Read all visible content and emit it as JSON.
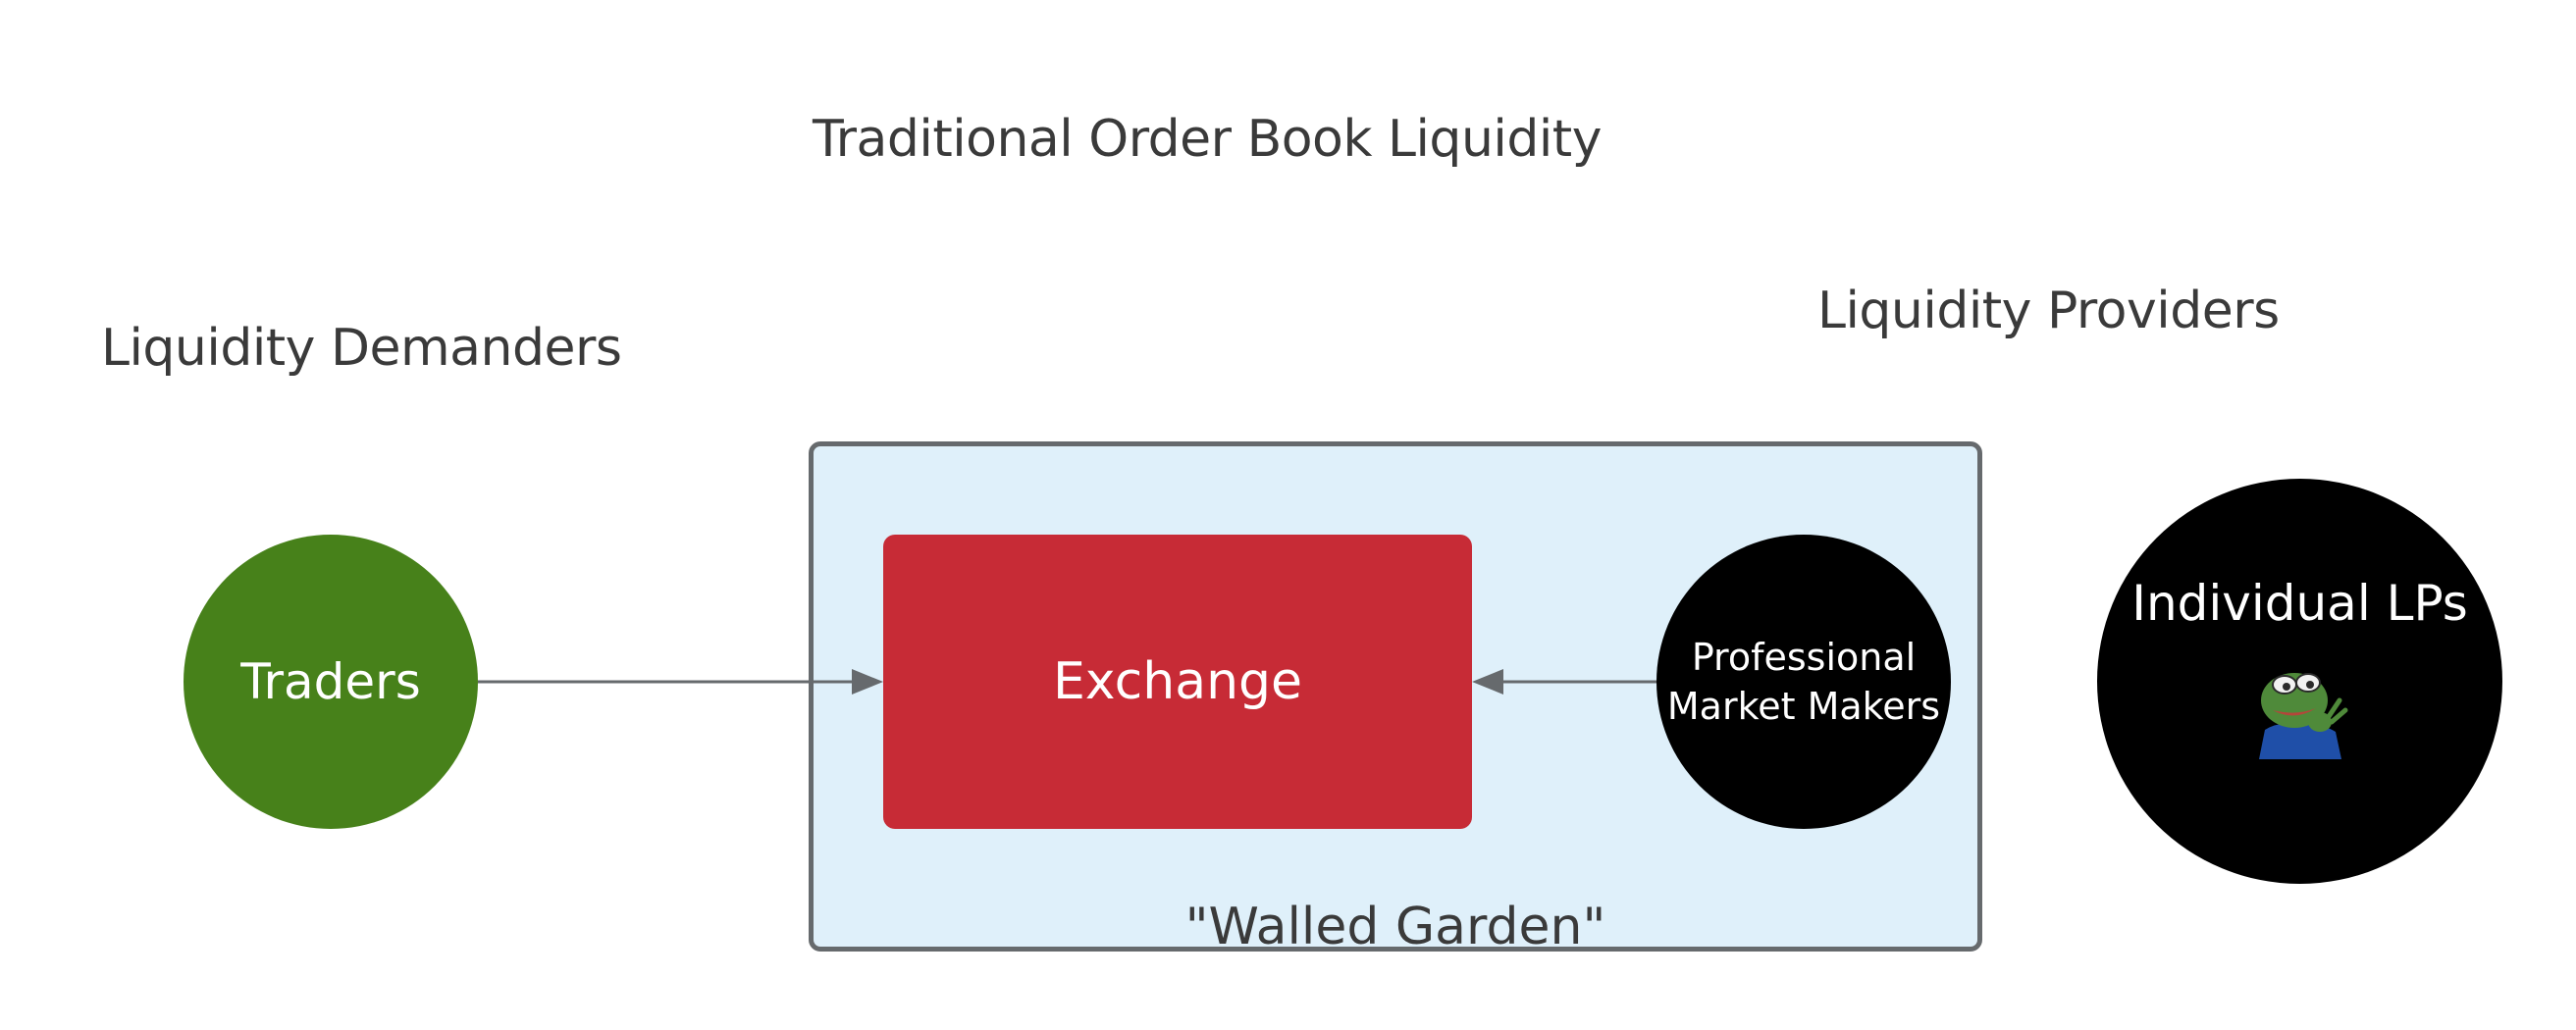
{
  "title": "Traditional Order Book Liquidity",
  "labels": {
    "demanders": "Liquidity Demanders",
    "providers": "Liquidity Providers"
  },
  "nodes": {
    "traders": "Traders",
    "exchange": "Exchange",
    "pmm_line1": "Professional",
    "pmm_line2": "Market Makers",
    "individual_lps": "Individual LPs"
  },
  "container": {
    "label": "\"Walled Garden\""
  },
  "icons": {
    "lp_image": "pepe-frog-icon"
  },
  "colors": {
    "traders": "#47811a",
    "exchange": "#c72b36",
    "walled_garden_fill": "#dff0fa",
    "walled_garden_border": "#666a6d",
    "market_makers": "#000000",
    "individual_lps": "#000000"
  }
}
